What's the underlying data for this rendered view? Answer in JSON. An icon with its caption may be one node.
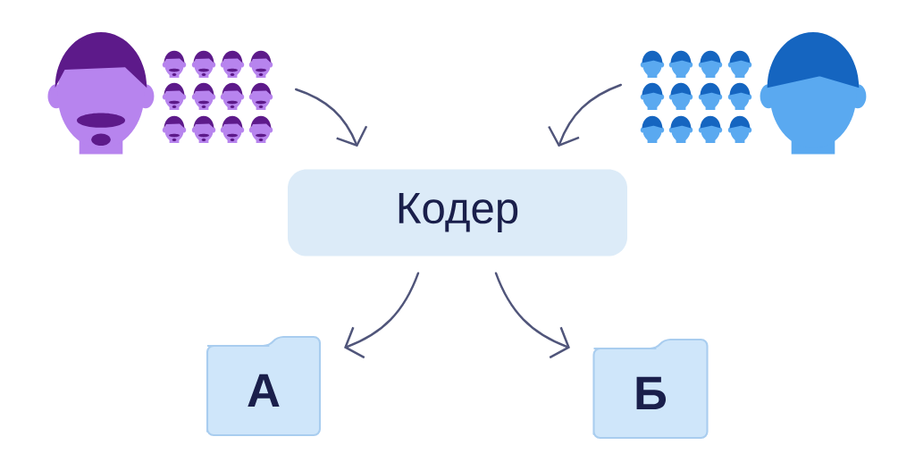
{
  "diagram": {
    "nodes": [
      {
        "text": [],
        "shape": "person"
      },
      {
        "text": [],
        "shape": "person"
      },
      {
        "text": [
          "Кодер"
        ]
      },
      {
        "text": [
          "А"
        ]
      },
      {
        "text": [
          "Б"
        ]
      }
    ],
    "edges": [
      {
        "from": 0,
        "to": 2,
        "arrow": "to"
      },
      {
        "from": 1,
        "to": 2,
        "arrow": "to"
      },
      {
        "from": 2,
        "to": 3,
        "arrow": "to"
      },
      {
        "from": 2,
        "to": 4,
        "arrow": "to"
      }
    ]
  }
}
